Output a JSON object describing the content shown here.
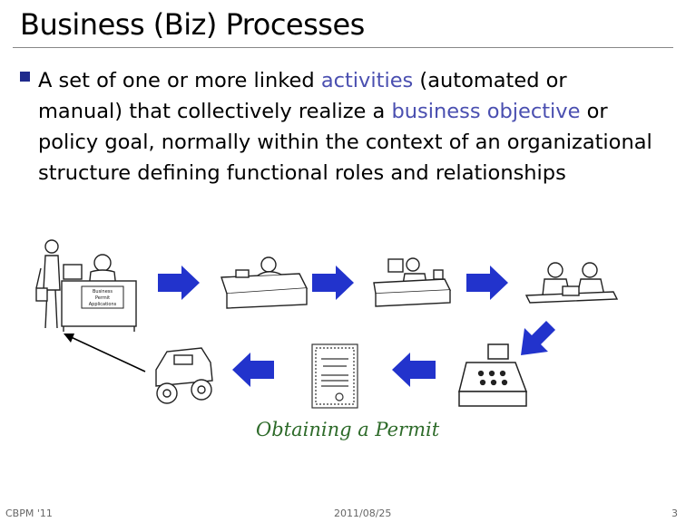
{
  "slide": {
    "title": "Business (Biz) Processes",
    "bullet": {
      "part1": "A set of one or more linked ",
      "term1": "activities",
      "part2": " (automated or manual) that collectively realize a ",
      "term2": "business objective",
      "part3": " or policy goal, normally within the context of an organizational structure defining functional roles and relationships"
    },
    "figure": {
      "caption": "Obtaining a Permit",
      "desk_sign": [
        "Business",
        "Permit",
        "Applications"
      ],
      "arrow_color": "#2233cc",
      "steps": [
        "applicant-at-desk",
        "clerk-at-desk",
        "worker-at-computer",
        "meeting",
        "cash-register",
        "certificate",
        "vehicle"
      ]
    },
    "footer": {
      "left": "CBPM '11",
      "center": "2011/08/25",
      "right": "3"
    },
    "colors": {
      "bullet": "#1f2a8c",
      "highlight": "#4a4fb0",
      "caption": "#2e6b2a"
    }
  }
}
